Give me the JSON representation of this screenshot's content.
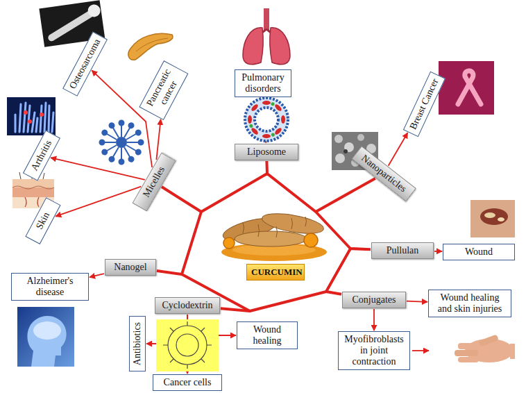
{
  "diagram": {
    "nodes": [
      {
        "text": [
          "Pulmonary disorders"
        ]
      },
      {
        "text": [
          "Liposome"
        ]
      },
      {
        "text": [
          "Osteosarcoma"
        ]
      },
      {
        "text": [
          "Pancreatic cancer"
        ]
      },
      {
        "text": [
          "Breast Cancer"
        ]
      },
      {
        "text": [
          "Arthritis"
        ]
      },
      {
        "text": [
          "Micelles"
        ]
      },
      {
        "text": [
          "Nanoparticles"
        ]
      },
      {
        "text": [
          "Skin"
        ]
      },
      {
        "text": [
          "Pullulan"
        ]
      },
      {
        "text": [
          "Wound"
        ]
      },
      {
        "text": [
          "CURCUMIN"
        ]
      },
      {
        "text": [
          "Nanogel"
        ]
      },
      {
        "text": [
          "Conjugates"
        ]
      },
      {
        "text": [
          "Wound healing and skin injuries"
        ]
      },
      {
        "text": [
          "Alzheimer's disease"
        ]
      },
      {
        "text": [
          "Cyclodextrin"
        ]
      },
      {
        "text": [
          "Myofibroblasts in joint contraction"
        ]
      },
      {
        "text": [
          "Antibiotics"
        ]
      },
      {
        "text": [
          "Wound healing"
        ]
      },
      {
        "text": [
          "Cancer cells"
        ]
      }
    ],
    "edges": [
      {
        "from": 1,
        "to": 0,
        "arrow": "to"
      },
      {
        "from": 6,
        "to": 2,
        "arrow": "to"
      },
      {
        "from": 6,
        "to": 3,
        "arrow": "to"
      },
      {
        "from": 6,
        "to": 5,
        "arrow": "to"
      },
      {
        "from": 6,
        "to": 8,
        "arrow": "to"
      },
      {
        "from": 7,
        "to": 4,
        "arrow": "to"
      },
      {
        "from": 9,
        "to": 10,
        "arrow": "to"
      },
      {
        "from": 13,
        "to": 14,
        "arrow": "to"
      },
      {
        "from": 13,
        "to": 17,
        "arrow": "to"
      },
      {
        "from": 16,
        "to": 18,
        "arrow": "to"
      },
      {
        "from": 16,
        "to": 19,
        "arrow": "to"
      },
      {
        "from": 16,
        "to": 20,
        "arrow": "to"
      },
      {
        "from": 12,
        "to": 15,
        "arrow": "to"
      },
      {
        "from": 11,
        "to": 1,
        "arrow": "none"
      },
      {
        "from": 11,
        "to": 7,
        "arrow": "none"
      },
      {
        "from": 11,
        "to": 9,
        "arrow": "none"
      },
      {
        "from": 11,
        "to": 13,
        "arrow": "none"
      },
      {
        "from": 11,
        "to": 16,
        "arrow": "none"
      },
      {
        "from": 11,
        "to": 12,
        "arrow": "none"
      },
      {
        "from": 11,
        "to": 6,
        "arrow": "none"
      }
    ]
  }
}
